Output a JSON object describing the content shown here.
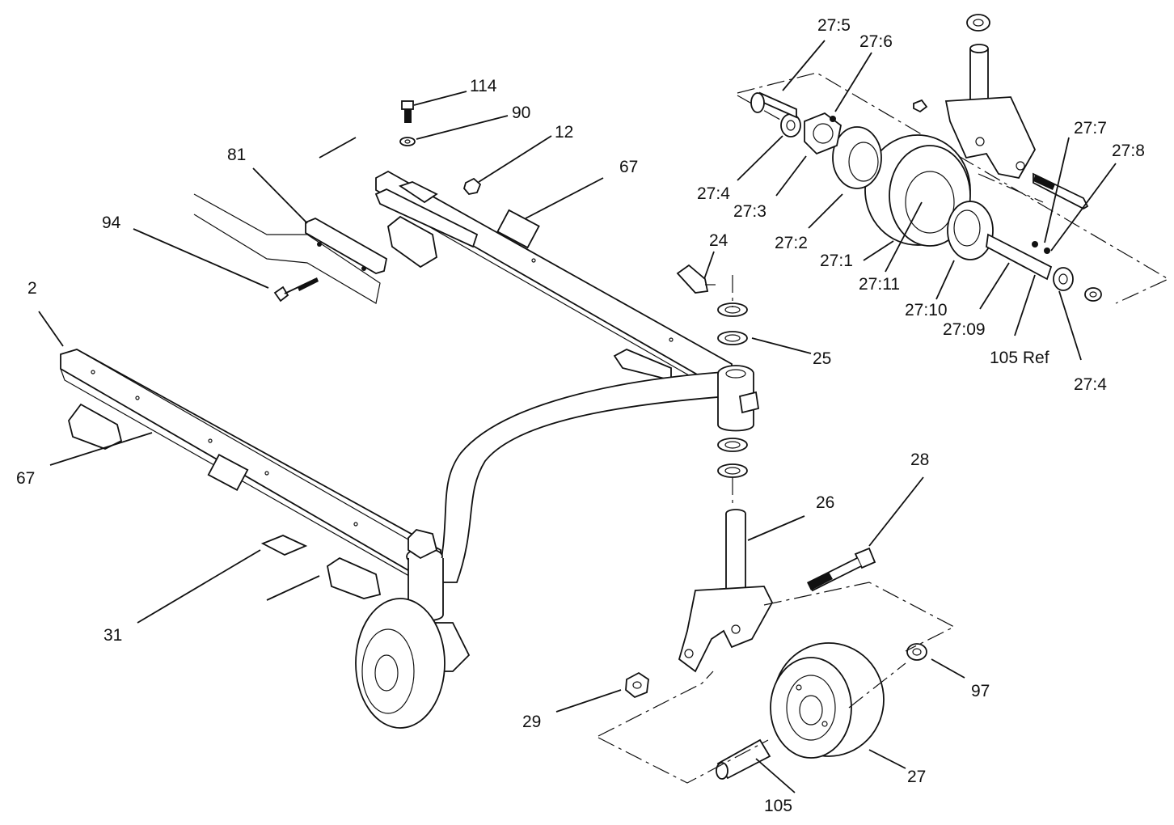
{
  "labels": {
    "l114": "114",
    "l90": "90",
    "l12": "12",
    "l81": "81",
    "l67a": "67",
    "l94": "94",
    "l2": "2",
    "l67b": "67",
    "l24": "24",
    "l25": "25",
    "l26": "26",
    "l28": "28",
    "l31": "31",
    "l29": "29",
    "l97": "97",
    "l27": "27",
    "l105": "105",
    "l27_5": "27:5",
    "l27_6": "27:6",
    "l27_4a": "27:4",
    "l27_3": "27:3",
    "l27_2": "27:2",
    "l27_1": "27:1",
    "l27_11": "27:11",
    "l27_10": "27:10",
    "l27_09": "27:09",
    "l105ref": "105 Ref",
    "l27_4b": "27:4",
    "l27_7": "27:7",
    "l27_8": "27:8"
  }
}
